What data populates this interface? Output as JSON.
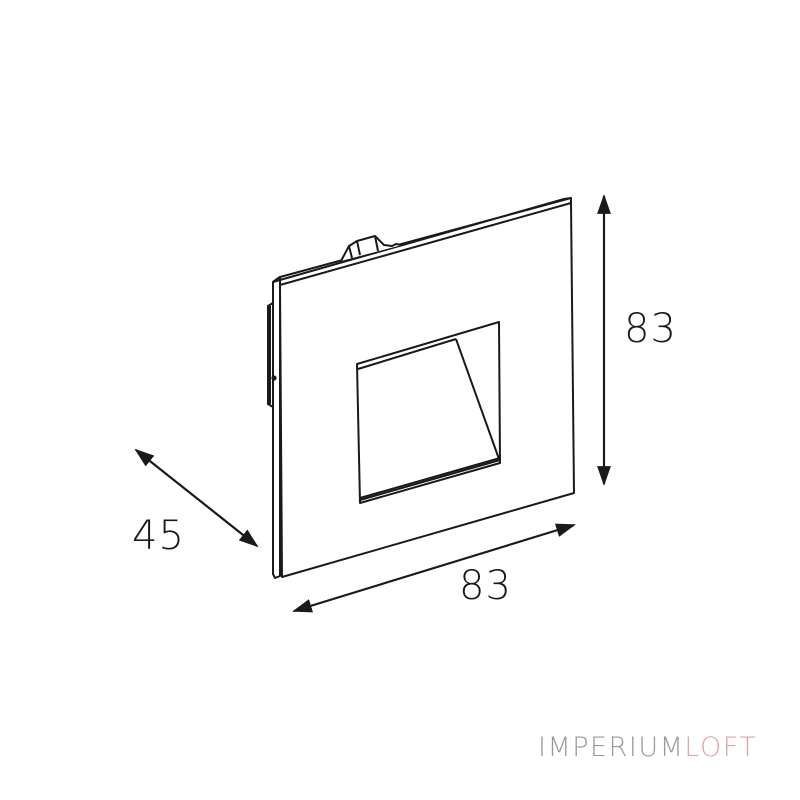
{
  "drawing": {
    "subject": "square recessed wall light fixture, isometric line drawing",
    "units": "mm",
    "line_color": "#1a1a1a",
    "background": "#ffffff"
  },
  "dimensions": {
    "depth": {
      "value": "45",
      "label": "45"
    },
    "height": {
      "value": "83",
      "label": "83"
    },
    "width": {
      "value": "83",
      "label": "83"
    }
  },
  "logo": {
    "part_a": "IMPERIUM",
    "part_b": "LOFT",
    "color_a": "#9a9a9a",
    "color_b": "#e4a3a3"
  }
}
